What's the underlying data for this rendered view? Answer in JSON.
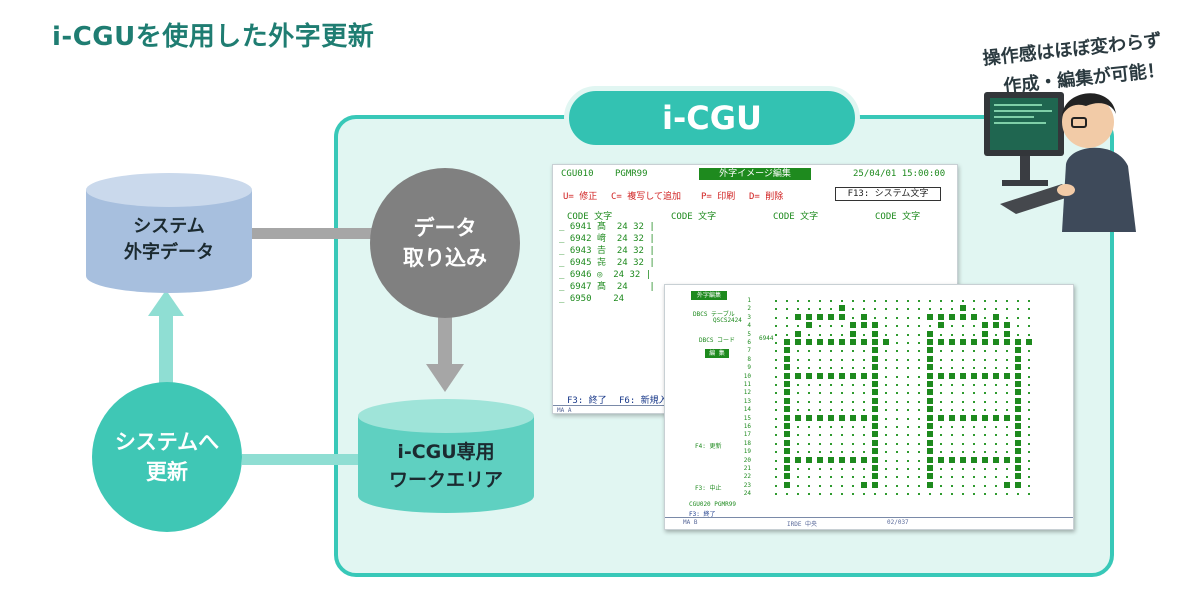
{
  "title": "i-CGUを使用した外字更新",
  "caption": [
    "操作感はほぼ変わらず",
    "作成・編集が可能！"
  ],
  "badge": "i-CGU",
  "nodes": {
    "system_db": [
      "システム",
      "外字データ"
    ],
    "import": [
      "データ",
      "取り込み"
    ],
    "work_area": [
      "i-CGU専用",
      "ワークエリア"
    ],
    "update": [
      "システムへ",
      "更新"
    ]
  },
  "screen1": {
    "header_left": "CGU010",
    "header_pgm": "PGMR99",
    "header_title": "外字イメージ編集",
    "header_date": "25/04/01 15:00:00",
    "commands": [
      "U= 修正",
      "C= 複写して追加",
      "P= 印刷",
      "D= 削除"
    ],
    "f13": "F13: システム文字",
    "col_header": "CODE 文字",
    "rows": [
      {
        "code": "6941",
        "char": "髙",
        "w": "24",
        "h": "32"
      },
      {
        "code": "6942",
        "char": "﨑",
        "w": "24",
        "h": "32"
      },
      {
        "code": "6943",
        "char": "𠮷",
        "w": "24",
        "h": "32"
      },
      {
        "code": "6945",
        "char": "㐂",
        "w": "24",
        "h": "32"
      },
      {
        "code": "6946",
        "char": "◎",
        "w": "24",
        "h": "32"
      },
      {
        "code": "6947",
        "char": "髙",
        "w": "24",
        "h": ""
      },
      {
        "code": "6950",
        "char": "",
        "w": "24",
        "h": ""
      }
    ],
    "footer": [
      "F3: 終了",
      "F6: 新規入"
    ],
    "status_left": "MA  A"
  },
  "screen2": {
    "header_title": "外字編集",
    "label1": "DBCS テーブル",
    "label1_val": "QSCS2424",
    "label2": "DBCS コード",
    "label2_val": "6944",
    "button": "編 集",
    "f4": "F4: 更新",
    "f3": "F3: 中止",
    "footer_pgm": "CGU020    PGMR99",
    "footer_f3": "F3: 終了",
    "status": [
      "MA  B",
      "IRDE 中央",
      "02/037"
    ],
    "row_numbers": [
      "1",
      "2",
      "3",
      "4",
      "5",
      "6",
      "7",
      "8",
      "9",
      "10",
      "11",
      "12",
      "13",
      "14",
      "15",
      "16",
      "17",
      "18",
      "19",
      "20",
      "21",
      "22",
      "23",
      "24"
    ],
    "grid": [
      "........................",
      "......#..........#......",
      "..#####.#.....#####.#...",
      "...#...###.....#...###..",
      "..#....#.#....#....#.#..",
      ".##########...##########",
      ".#.......#....#.......#.",
      ".#.......#....#.......#.",
      ".#.......#....#.......#.",
      ".#########....#########.",
      ".#.......#....#.......#.",
      ".#.......#....#.......#.",
      ".#.......#....#.......#.",
      ".#.......#....#.......#.",
      ".#########....#########.",
      ".#.......#....#.......#.",
      ".#.......#....#.......#.",
      ".#.......#....#.......#.",
      ".#.......#....#.......#.",
      ".#########....#########.",
      ".#.......#....#.......#.",
      ".#.......#....#.......#.",
      ".#......##....#......##.",
      "........................"
    ]
  },
  "colors": {
    "teal": "#38c8b8",
    "panel": "#e1f6f2",
    "gray": "#808080",
    "title": "#1f7d72"
  }
}
